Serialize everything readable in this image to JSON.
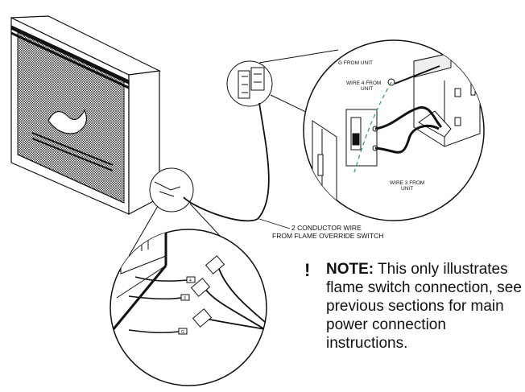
{
  "labels": {
    "g_from_unit": "G FROM UNIT",
    "wire4_line1": "WIRE 4 FROM",
    "wire4_line2": "UNIT",
    "wire3_line1": "WIRE 3 FROM",
    "wire3_line2": "UNIT",
    "conductor_line1": "2 CONDUCTOR WIRE",
    "conductor_line2": "FROM FLAME OVERRIDE SWITCH"
  },
  "wire_tags": [
    "4",
    "3",
    "G"
  ],
  "note": {
    "icon": "!",
    "heading": "NOTE:",
    "text": " This only illustrates flame switch connection, see previous sections for main power connection instructions."
  },
  "colors": {
    "line": "#111111",
    "ground_wire": "#2e9e4f"
  }
}
